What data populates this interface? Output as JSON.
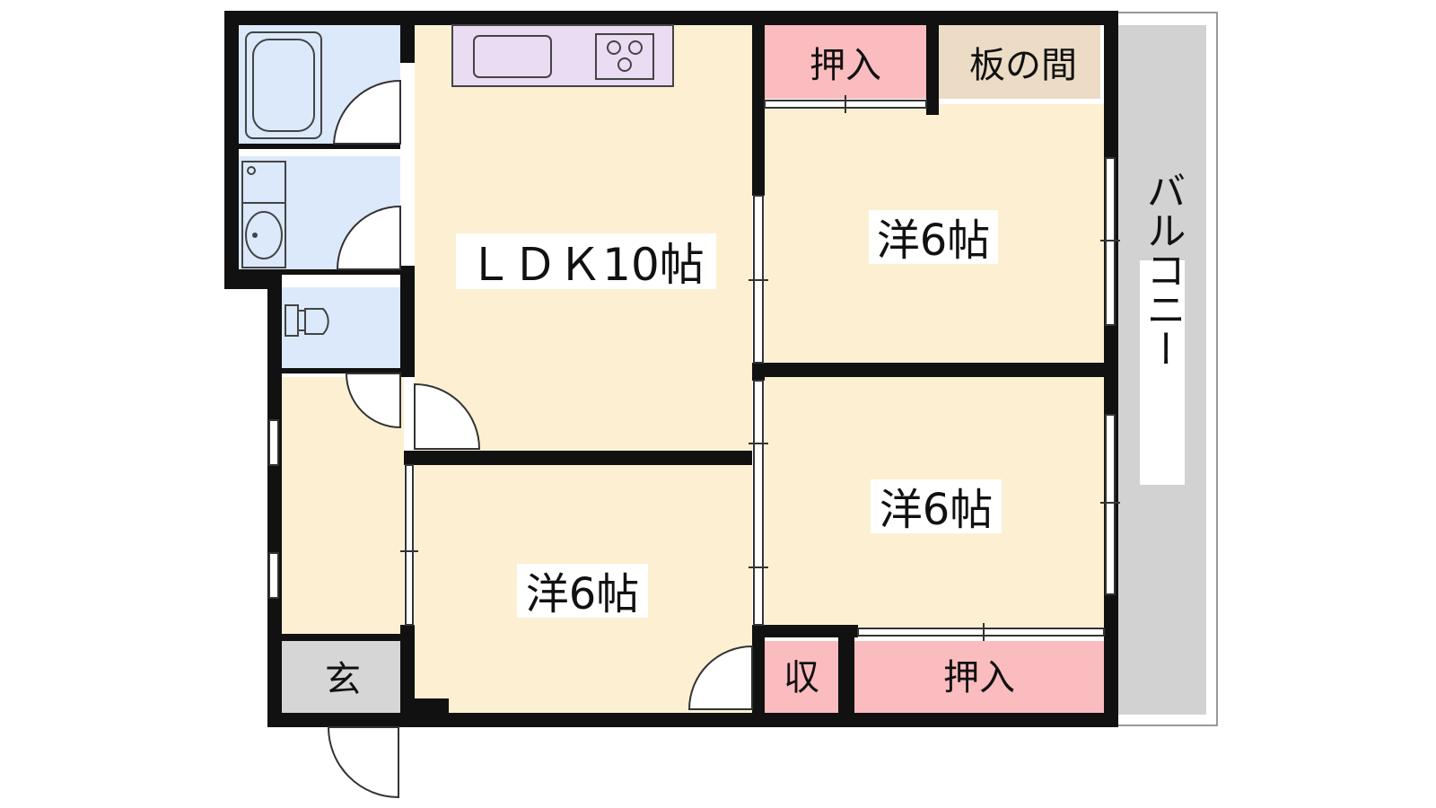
{
  "rooms": {
    "ldk": "ＬＤＫ10帖",
    "bed_top_right": "洋6帖",
    "bed_mid_right": "洋6帖",
    "bed_bottom": "洋6帖",
    "closet_top": "押入",
    "wood_floor": "板の間",
    "closet_bottom": "押入",
    "storage": "収",
    "entrance": "玄",
    "balcony": "バルコニー"
  },
  "colors": {
    "wall": "#111111",
    "room_floor": "#fdf0d2",
    "wet_area": "#dbe9fb",
    "closet": "#fbbcbf",
    "wood": "#ecdcc6",
    "entrance": "#d6d6d6",
    "balcony": "#d2d2d2",
    "kitchen": "#eadcf3"
  }
}
